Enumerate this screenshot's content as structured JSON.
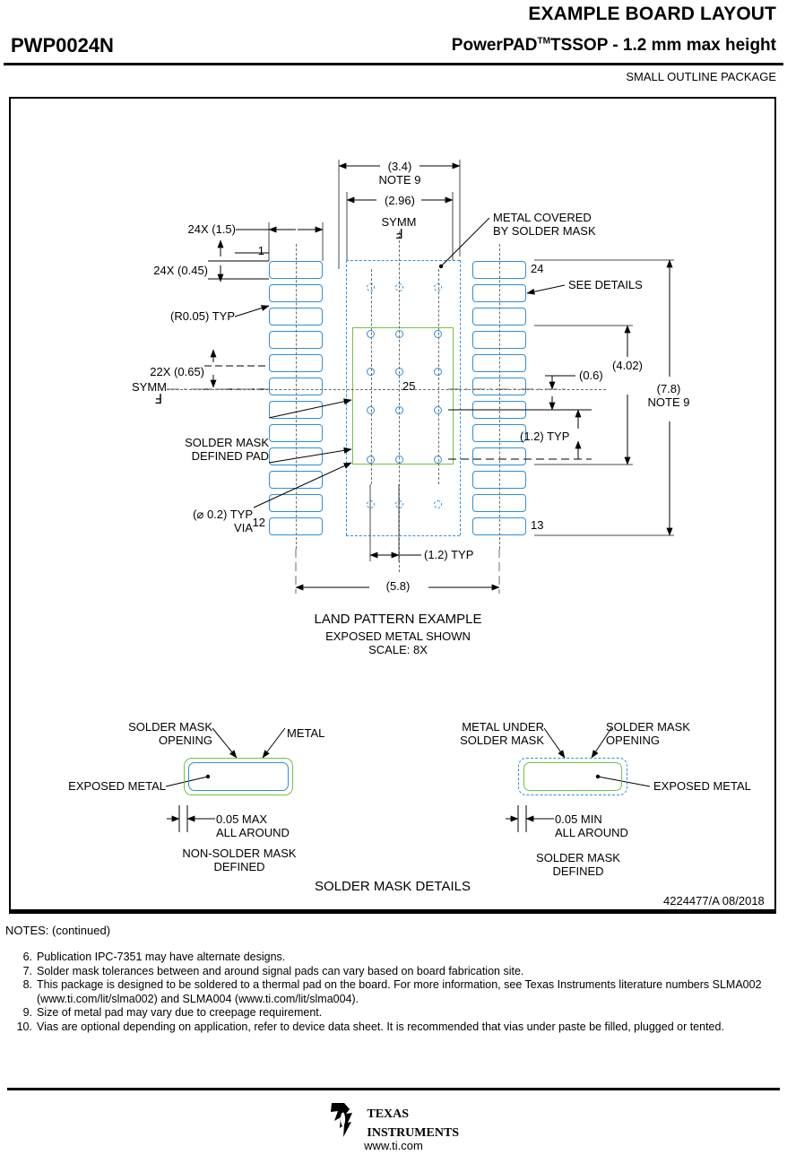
{
  "header": {
    "title": "EXAMPLE BOARD LAYOUT",
    "part_number": "PWP0024N",
    "package_title": "PowerPAD",
    "package_tm": "TM",
    "package_title_rest": "TSSOP - 1.2 mm max height",
    "subtitle": "SMALL OUTLINE PACKAGE"
  },
  "drawing": {
    "doc_id": "4224477/A   08/2018",
    "land_pattern": {
      "caption": "LAND PATTERN EXAMPLE",
      "caption_line2": "EXPOSED METAL SHOWN",
      "caption_line3": "SCALE: 8X",
      "dims": {
        "overall_width_note": "(3.4)",
        "overall_width_note_ref": "NOTE 9",
        "mask_width": "(2.96)",
        "pad_length": "24X (1.5)",
        "pad_width": "24X (0.45)",
        "corner_radius": "(R0.05) TYP",
        "pitch": "22X (0.65)",
        "via_dia": "(⌀ 0.2) TYP",
        "via_label": "VIA",
        "thermal_height": "(4.02)",
        "overall_height": "(7.8)",
        "overall_height_ref": "NOTE 9",
        "via_offset": "(0.6)",
        "via_pitch_v": "(1.2) TYP",
        "via_pitch_h": "(1.2) TYP",
        "overall_span": "(5.8)",
        "symm_top": "SYMM",
        "symm_left": "SYMM"
      },
      "callouts": {
        "metal_covered": "METAL COVERED",
        "metal_covered2": "BY SOLDER MASK",
        "see_details": "SEE DETAILS",
        "solder_mask_defined_pad": "SOLDER MASK",
        "solder_mask_defined_pad2": "DEFINED PAD"
      },
      "pin_labels": {
        "pin1": "1",
        "pin12": "12",
        "pin13": "13",
        "pin24": "24",
        "pin25": "25"
      }
    },
    "solder_mask_details": {
      "section_title": "SOLDER MASK DETAILS",
      "left": {
        "label_mask_opening": "SOLDER MASK",
        "label_mask_opening2": "OPENING",
        "label_metal": "METAL",
        "label_exposed": "EXPOSED METAL",
        "tolerance": "0.05 MAX",
        "tolerance2": "ALL AROUND",
        "caption": "NON-SOLDER MASK",
        "caption2": "DEFINED"
      },
      "right": {
        "label_metal_under": "METAL UNDER",
        "label_metal_under2": "SOLDER MASK",
        "label_mask_opening": "SOLDER MASK",
        "label_mask_opening2": "OPENING",
        "label_exposed": "EXPOSED METAL",
        "tolerance": "0.05 MIN",
        "tolerance2": "ALL AROUND",
        "caption": "SOLDER MASK",
        "caption2": "DEFINED"
      }
    }
  },
  "notes": {
    "heading": "NOTES: (continued)",
    "items": [
      {
        "num": "6.",
        "text": "Publication IPC-7351 may have alternate designs."
      },
      {
        "num": "7.",
        "text": "Solder mask tolerances between and around signal pads can vary based on board fabrication site."
      },
      {
        "num": "8.",
        "text": "This package is designed to be soldered to a thermal pad on the board. For more information, see Texas Instruments literature numbers SLMA002 (www.ti.com/lit/slma002) and SLMA004 (www.ti.com/lit/slma004)."
      },
      {
        "num": "9.",
        "text": "Size of metal pad may vary due to creepage requirement."
      },
      {
        "num": "10.",
        "text": "Vias are optional depending on application, refer to device data sheet. It is recommended that vias under paste be filled, plugged or tented."
      }
    ]
  },
  "footer": {
    "logo_line1": "EXAS",
    "logo_line1_cap": "T",
    "logo_line2": "NSTRUMENTS",
    "logo_line2_cap": "I",
    "url": "www.ti.com"
  },
  "colors": {
    "metal_blue": "#2e8fdc",
    "mask_green": "#74c043",
    "dim_gray": "#5a5a5a"
  }
}
